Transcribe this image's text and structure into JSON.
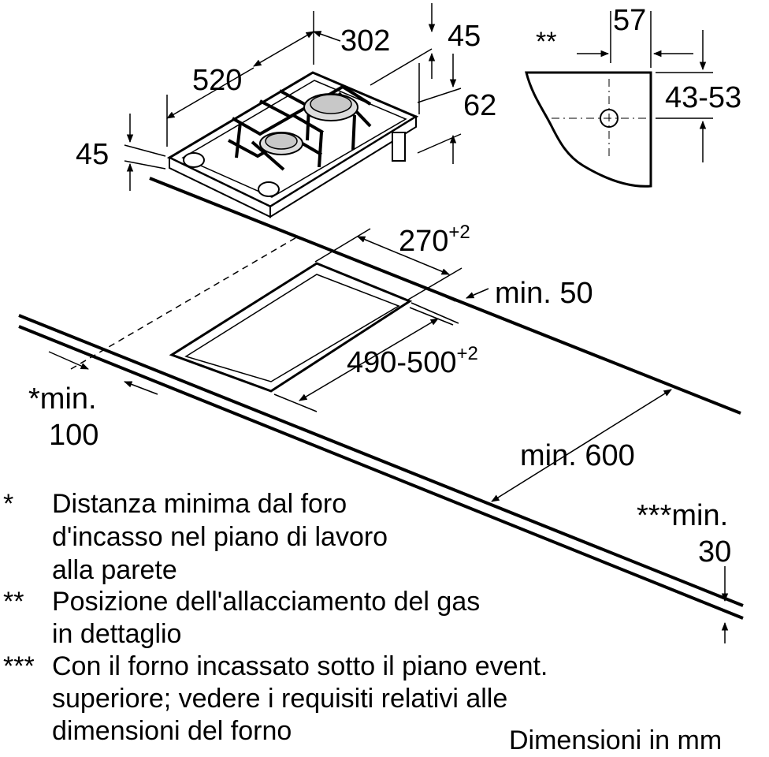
{
  "dimensions": {
    "top_width": "302",
    "top_length": "520",
    "top_thickness": "45",
    "height_right": "45",
    "height_total": "62",
    "gas_offset": "57",
    "gas_height": "43-53",
    "cutout_width": "270",
    "cutout_width_tol": "+2",
    "cutout_length": "490-500",
    "cutout_length_tol": "+2",
    "back_min": "min. 50",
    "front_min_line1": "*min.",
    "front_min_line2": "100",
    "depth_min": "min. 600",
    "under_min_line1": "***min.",
    "under_min_line2": "30",
    "gas_marker": "**"
  },
  "notes": [
    {
      "marker": "*",
      "lines": [
        "Distanza minima dal foro",
        "d'incasso nel piano di lavoro",
        "alla parete"
      ]
    },
    {
      "marker": "**",
      "lines": [
        "Posizione dell'allacciamento del gas",
        "in dettaglio"
      ]
    },
    {
      "marker": "***",
      "lines": [
        "Con il forno incassato sotto il piano event.",
        "superiore; vedere i requisiti relativi alle",
        "dimensioni del forno"
      ]
    }
  ],
  "units_label": "Dimensioni in mm"
}
